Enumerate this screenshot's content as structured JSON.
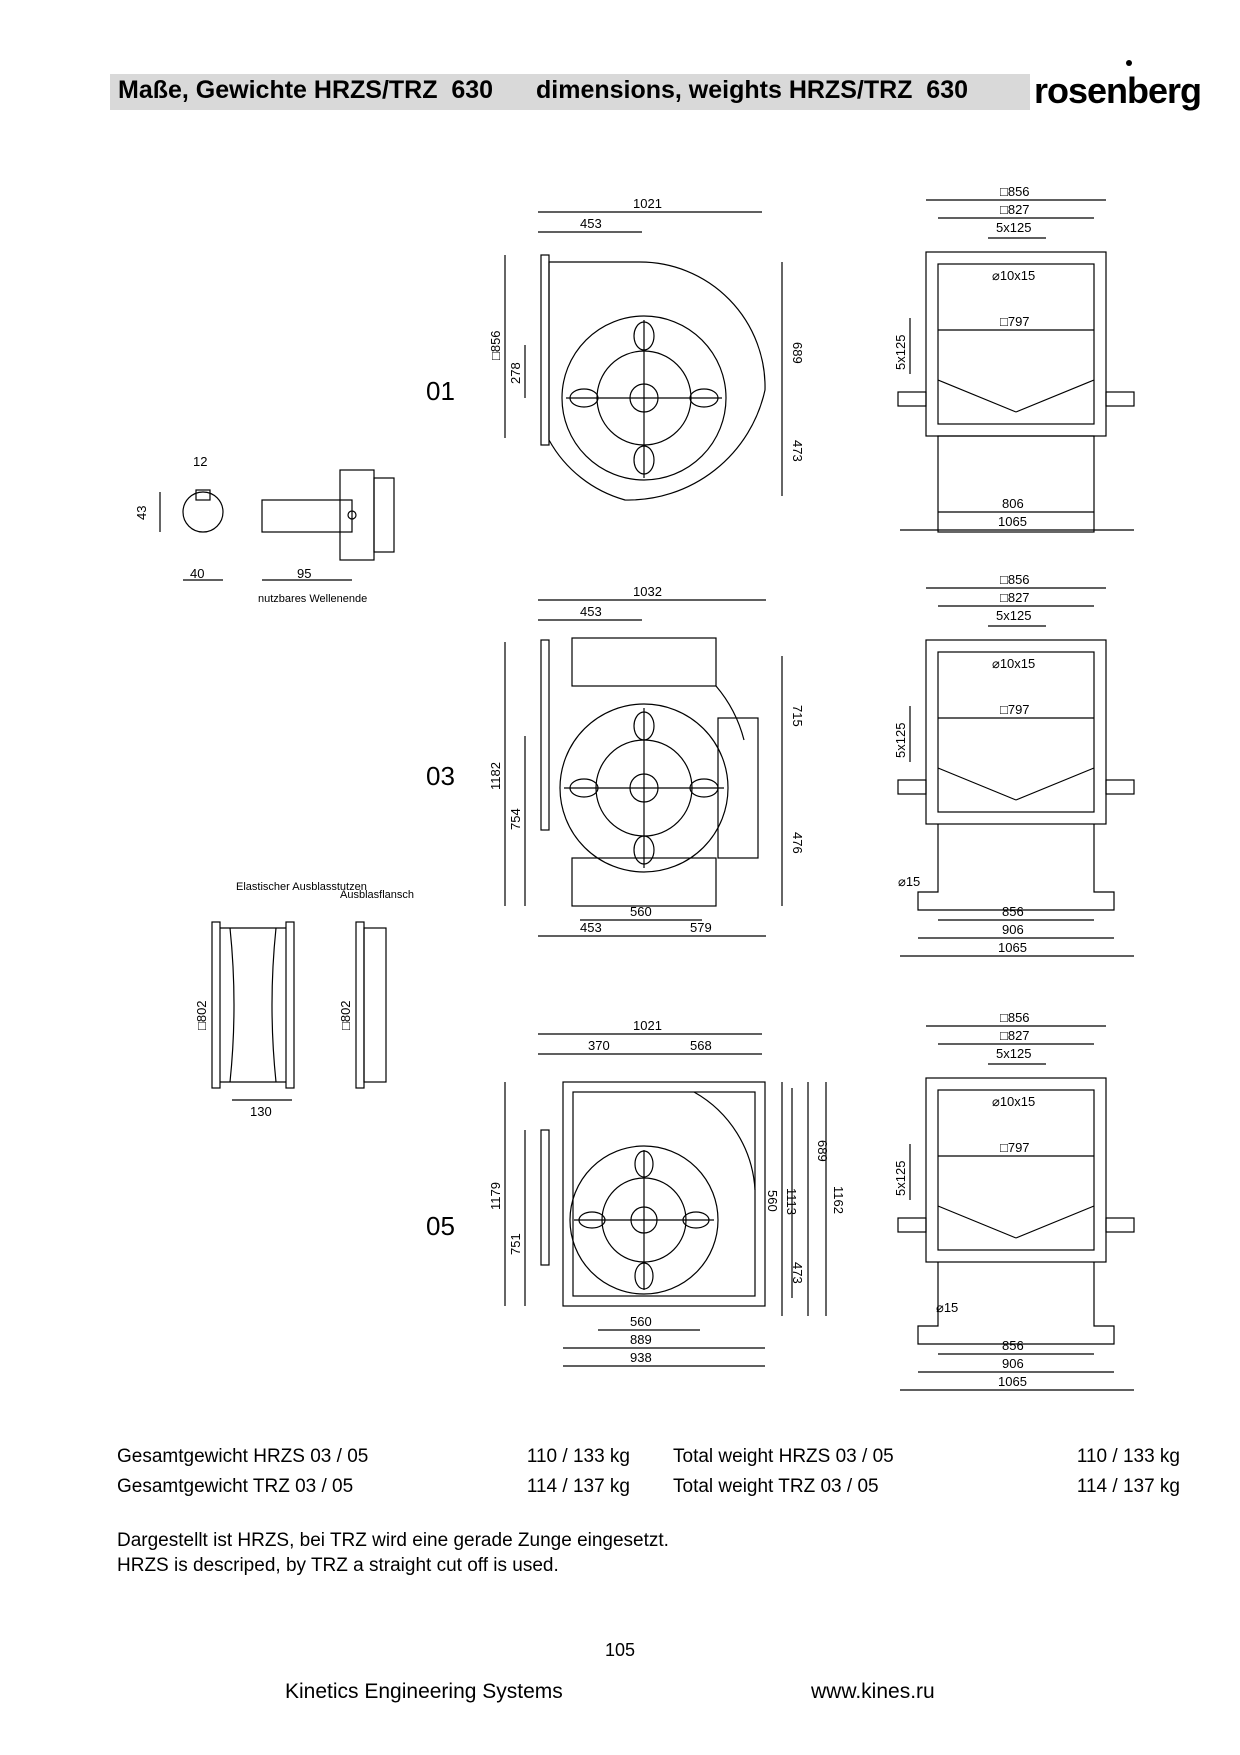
{
  "header": {
    "title_de": "Maße, Gewichte HRZS/TRZ  630",
    "title_en": "dimensions, weights HRZS/TRZ  630",
    "logo": "rosenberg"
  },
  "variants": [
    "01",
    "03",
    "05"
  ],
  "drawing_labels": {
    "v01_front": [
      "1021",
      "453",
      "□856",
      "278",
      "689",
      "473"
    ],
    "v01_side": [
      "□856",
      "□827",
      "5x125",
      "⌀10x15",
      "□797",
      "5x125",
      "806",
      "1065"
    ],
    "v03_front": [
      "1032",
      "453",
      "1182",
      "754",
      "715",
      "476",
      "560",
      "453",
      "579"
    ],
    "v03_side": [
      "□856",
      "□827",
      "5x125",
      "⌀10x15",
      "□797",
      "5x125",
      "⌀15",
      "856",
      "906",
      "1065"
    ],
    "v05_front": [
      "1021",
      "370",
      "568",
      "1179",
      "751",
      "689",
      "560",
      "1113",
      "1162",
      "473",
      "560",
      "889",
      "938"
    ],
    "v05_side": [
      "□856",
      "□827",
      "5x125",
      "⌀10x15",
      "□797",
      "5x125",
      "⌀15",
      "856",
      "906",
      "1065"
    ],
    "shaft": [
      "12",
      "43",
      "40",
      "95",
      "nutzbares Wellenende"
    ],
    "accessories": [
      "Elastischer Ausblasstutzen",
      "Ausblasflansch",
      "□802",
      "□802",
      "130"
    ]
  },
  "weights": [
    {
      "label_de": "Gesamtgewicht HRZS 03 / 05",
      "value_de": "110 / 133 kg",
      "label_en": "Total weight HRZS 03 / 05",
      "value_en": "110 / 133 kg"
    },
    {
      "label_de": "Gesamtgewicht TRZ 03 / 05",
      "value_de": "114 / 137 kg",
      "label_en": "Total weight TRZ 03 / 05",
      "value_en": "114 / 137 kg"
    }
  ],
  "note": {
    "de": "Dargestellt ist HRZS, bei TRZ wird eine gerade Zunge eingesetzt.",
    "en": "HRZS is descriped, by TRZ a straight cut off is used."
  },
  "page_number": "105",
  "footer": {
    "company": "Kinetics Engineering Systems",
    "website": "www.kines.ru"
  }
}
